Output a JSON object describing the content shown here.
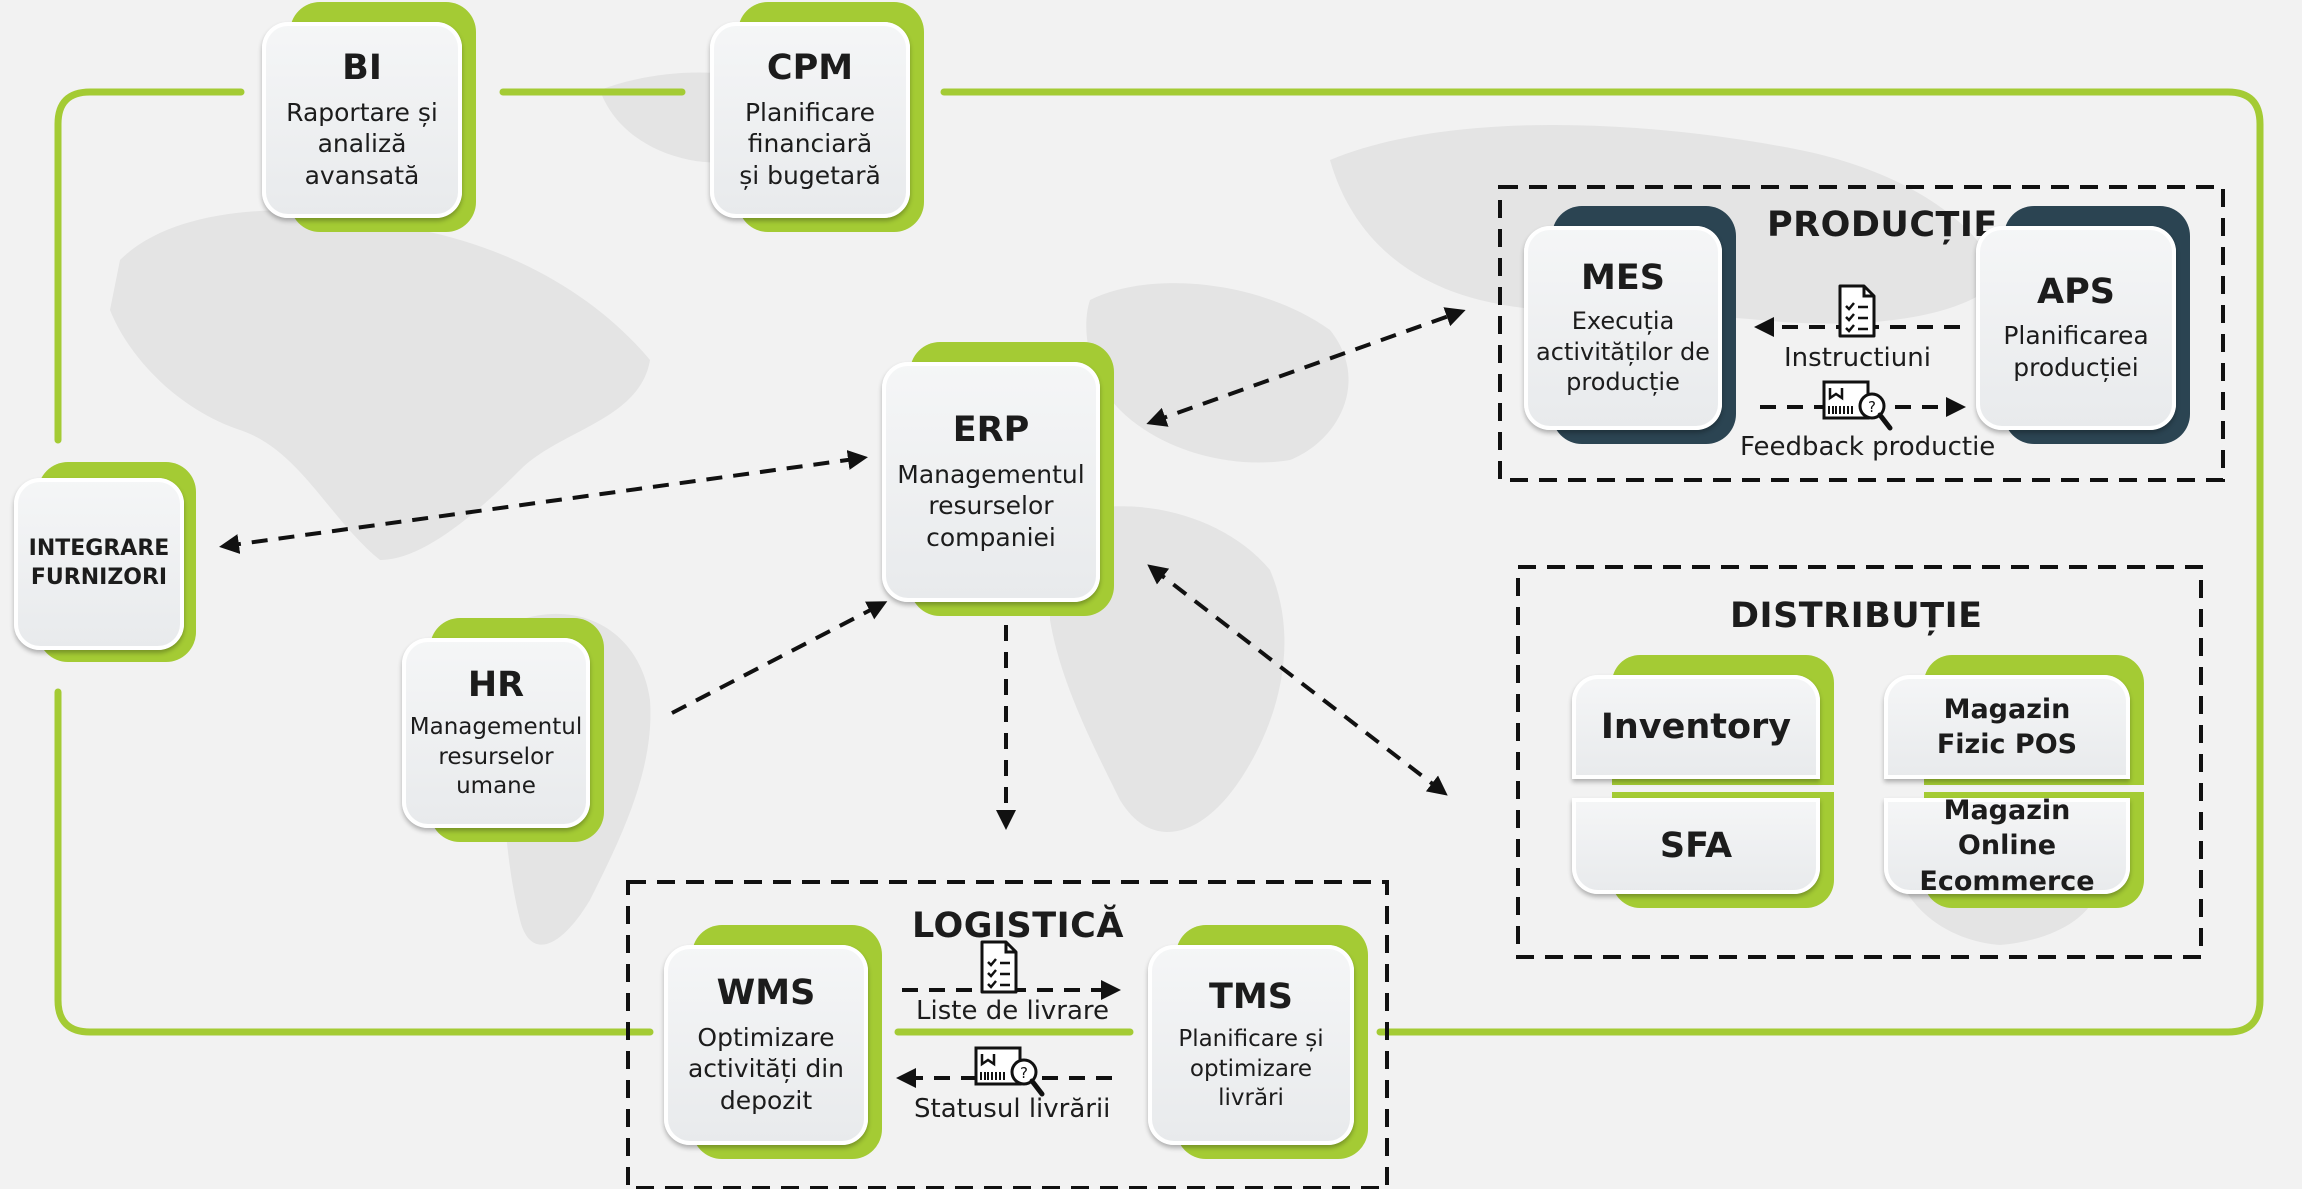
{
  "colors": {
    "accent_green": "#a4cb34",
    "accent_dark": "#2b4452",
    "background": "#f2f2f2"
  },
  "modules": {
    "bi": {
      "title": "BI",
      "subtitle_lines": [
        "Raportare și",
        "analiză",
        "avansată"
      ]
    },
    "cpm": {
      "title": "CPM",
      "subtitle_lines": [
        "Planificare",
        "financiară",
        "și bugetară"
      ]
    },
    "erp": {
      "title": "ERP",
      "subtitle_lines": [
        "Managementul",
        "resurselor",
        "companiei"
      ]
    },
    "integrare": {
      "title_lines": [
        "INTEGRARE",
        "FURNIZORI"
      ]
    },
    "hr": {
      "title": "HR",
      "subtitle_lines": [
        "Managementul",
        "resurselor",
        "umane"
      ]
    },
    "mes": {
      "title": "MES",
      "subtitle_lines": [
        "Execuția",
        "activităților de",
        "producție"
      ]
    },
    "aps": {
      "title": "APS",
      "subtitle_lines": [
        "Planificarea",
        "producției"
      ]
    },
    "wms": {
      "title": "WMS",
      "subtitle_lines": [
        "Optimizare",
        "activități din",
        "depozit"
      ]
    },
    "tms": {
      "title": "TMS",
      "subtitle_lines": [
        "Planificare și",
        "optimizare",
        "livrări"
      ]
    },
    "inventory": {
      "title": "Inventory"
    },
    "sfa": {
      "title": "SFA"
    },
    "pos": {
      "title_lines": [
        "Magazin",
        "Fizic POS"
      ]
    },
    "ecommerce": {
      "title_lines": [
        "Magazin Online",
        "Ecommerce"
      ]
    }
  },
  "sections": {
    "productie": "PRODUCȚIE",
    "distributie": "DISTRIBUȚIE",
    "logistica": "LOGISTICĂ"
  },
  "flows": {
    "instructiuni": "Instructiuni",
    "feedback": "Feedback productie",
    "liste": "Liste de livrare",
    "status": "Statusul livrării"
  },
  "icons": [
    "document-checklist-icon",
    "barcode-magnifier-icon"
  ]
}
